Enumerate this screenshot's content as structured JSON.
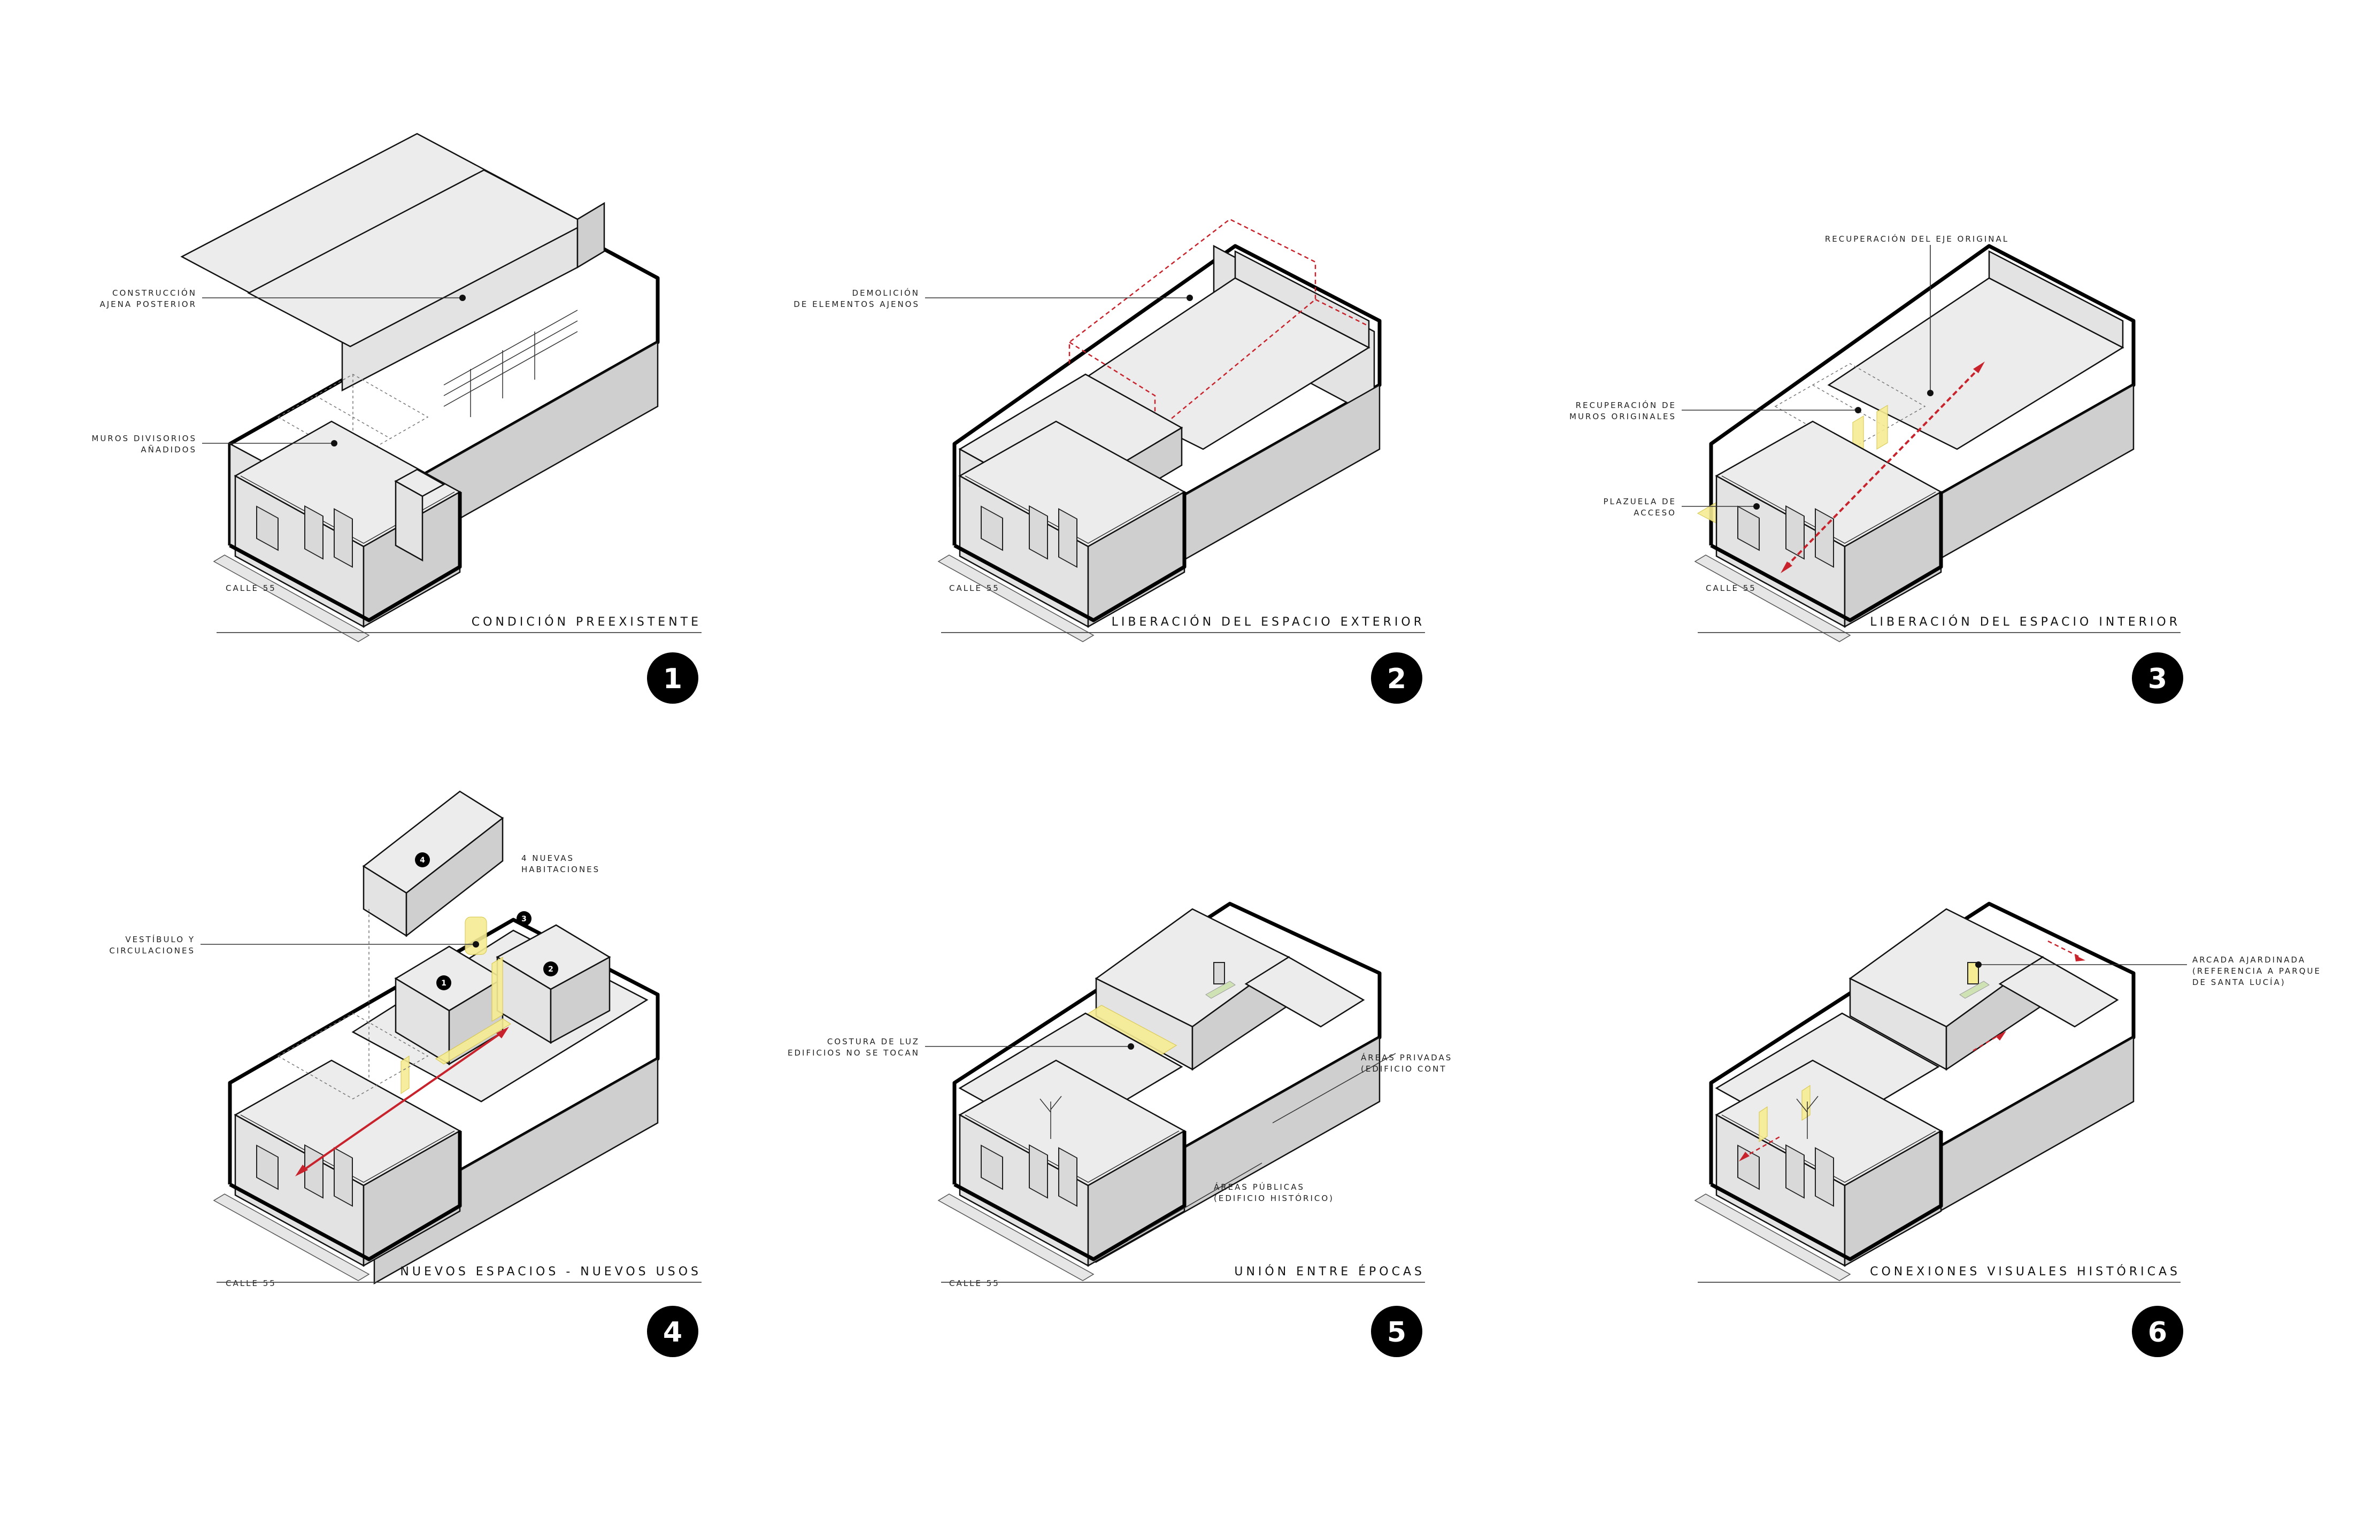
{
  "panels": [
    {
      "number": "1",
      "title": "CONDICIÓN PREEXISTENTE",
      "street": "CALLE 55",
      "labels": [
        {
          "id": "construccion",
          "lines": [
            "CONSTRUCCIÓN",
            "AJENA POSTERIOR"
          ]
        },
        {
          "id": "muros",
          "lines": [
            "MUROS DIVISORIOS",
            "AÑADIDOS"
          ]
        }
      ]
    },
    {
      "number": "2",
      "title": "LIBERACIÓN DEL ESPACIO EXTERIOR",
      "street": "CALLE 55",
      "labels": [
        {
          "id": "demolicion",
          "lines": [
            "DEMOLICIÓN",
            "DE ELEMENTOS AJENOS"
          ]
        }
      ]
    },
    {
      "number": "3",
      "title": "LIBERACIÓN DEL ESPACIO INTERIOR",
      "street": "CALLE 55",
      "labels": [
        {
          "id": "eje",
          "lines": [
            "RECUPERACIÓN DEL EJE ORIGINAL"
          ]
        },
        {
          "id": "muros-orig",
          "lines": [
            "RECUPERACIÓN DE",
            "MUROS ORIGINALES"
          ]
        },
        {
          "id": "plazuela",
          "lines": [
            "PLAZUELA DE",
            "ACCESO"
          ]
        }
      ]
    },
    {
      "number": "4",
      "title": "NUEVOS ESPACIOS - NUEVOS USOS",
      "street": "CALLE 55",
      "labels": [
        {
          "id": "habitaciones",
          "lines": [
            "4 NUEVAS",
            "HABITACIONES"
          ]
        },
        {
          "id": "vestibulo",
          "lines": [
            "VESTÍBULO Y",
            "CIRCULACIONES"
          ]
        }
      ],
      "room_numbers": [
        "1",
        "2",
        "3",
        "4"
      ]
    },
    {
      "number": "5",
      "title": "UNIÓN ENTRE ÉPOCAS",
      "street": "CALLE 55",
      "labels": [
        {
          "id": "costura",
          "lines": [
            "COSTURA DE LUZ",
            "EDIFICIOS NO SE TOCAN"
          ]
        },
        {
          "id": "privadas",
          "lines": [
            "ÁREAS PRIVADAS",
            "(EDIFICIO CONT"
          ]
        },
        {
          "id": "publicas",
          "lines": [
            "ÁREAS PÚBLICAS",
            "(EDIFICIO HISTÓRICO)"
          ]
        }
      ]
    },
    {
      "number": "6",
      "title": "CONEXIONES VISUALES HISTÓRICAS",
      "street": "",
      "labels": [
        {
          "id": "arcada",
          "lines": [
            "ARCADA AJARDINADA",
            "(REFERENCIA A PARQUE",
            "DE SANTA LUCÍA)"
          ]
        }
      ]
    }
  ],
  "colors": {
    "accent_red": "#c8232c",
    "highlight_yellow": "#f6ec94",
    "badge": "#000000"
  }
}
